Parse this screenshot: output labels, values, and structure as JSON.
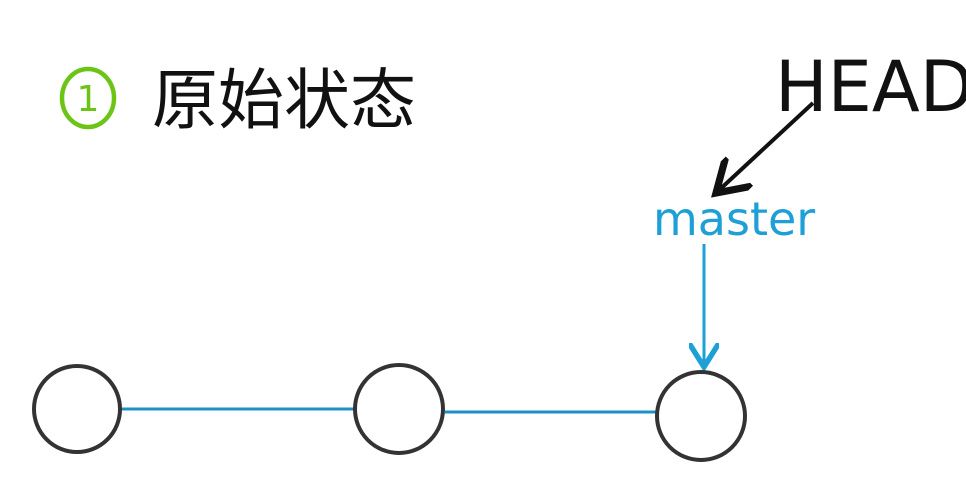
{
  "step": {
    "number": "1",
    "title": "原始状态",
    "number_color": "#6cc417",
    "title_color": "#111111"
  },
  "pointers": {
    "head_label": "HEAD",
    "branch_label": "master",
    "head_color": "#111111",
    "branch_color": "#1e9fd6"
  },
  "graph": {
    "commit_count": 3,
    "line_color": "#1e90c8",
    "node_stroke": "#333333",
    "node_fill": "#ffffff"
  }
}
